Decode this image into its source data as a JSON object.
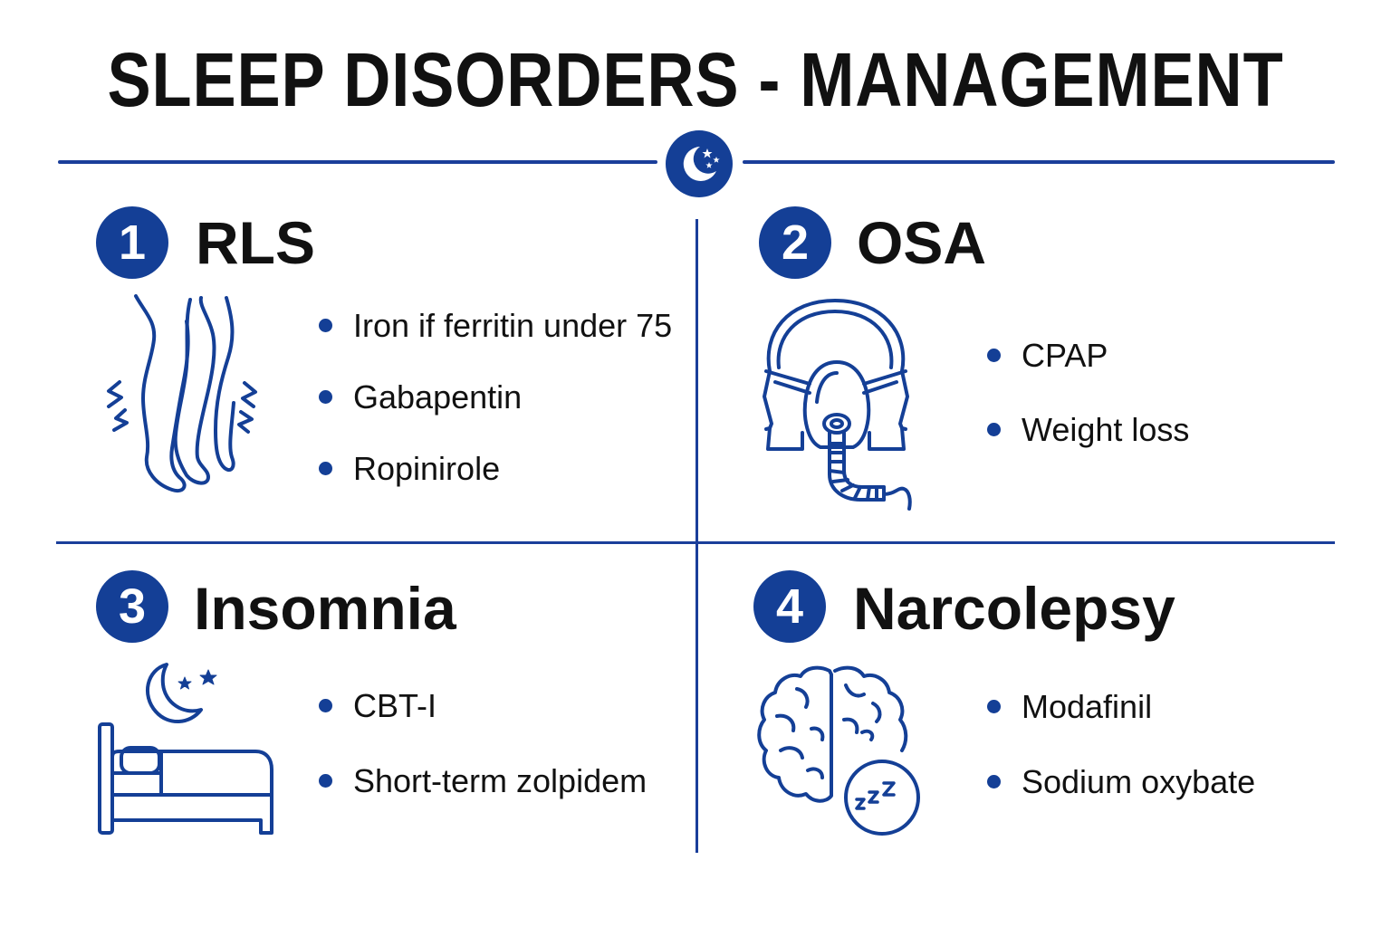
{
  "title": "SLEEP DISORDERS - MANAGEMENT",
  "accent_color": "#143f96",
  "header_icon": "moon-stars-icon",
  "sections": [
    {
      "number": "1",
      "name": "RLS",
      "icon": "legs-icon",
      "items": [
        "Iron if ferritin under 75",
        "Gabapentin",
        "Ropinirole"
      ]
    },
    {
      "number": "2",
      "name": "OSA",
      "icon": "cpap-mask-icon",
      "items": [
        "CPAP",
        "Weight loss"
      ]
    },
    {
      "number": "3",
      "name": "Insomnia",
      "icon": "bed-moon-icon",
      "items": [
        "CBT-I",
        "Short-term zolpidem"
      ]
    },
    {
      "number": "4",
      "name": "Narcolepsy",
      "icon": "brain-sleep-icon",
      "items": [
        "Modafinil",
        "Sodium oxybate"
      ]
    }
  ]
}
